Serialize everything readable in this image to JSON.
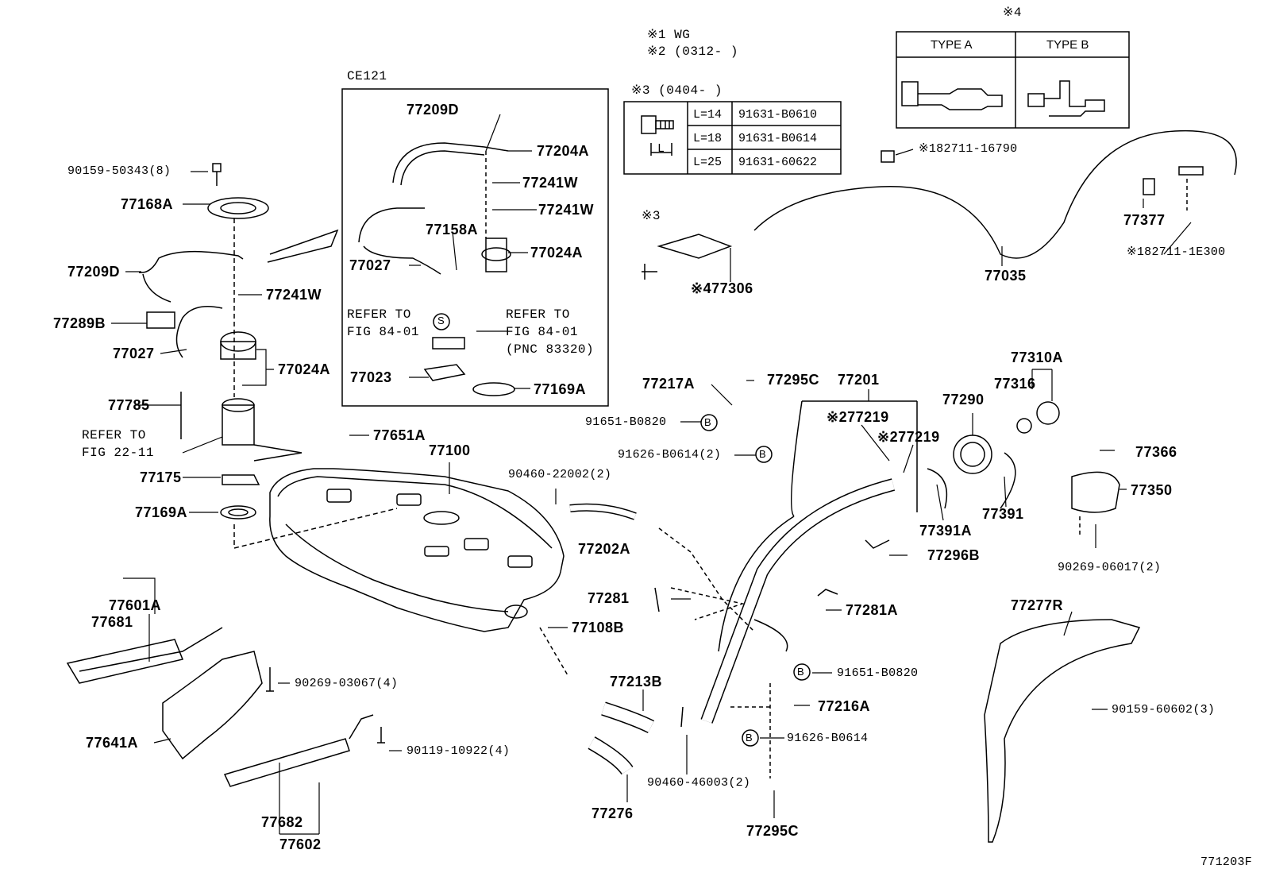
{
  "notes": {
    "n1": "※1 WG",
    "n2": "※2 (0312-        )",
    "n3": "※3 (0404-        )",
    "n4": "※4"
  },
  "ce_box_title": "CE121",
  "bolt_table": {
    "rows": [
      {
        "length": "L=14",
        "part": "91631-B0610"
      },
      {
        "length": "L=18",
        "part": "91631-B0614"
      },
      {
        "length": "L=25",
        "part": "91631-60622"
      }
    ],
    "dim_label": "L"
  },
  "type_table": {
    "type_a": "TYPE A",
    "type_b": "TYPE B"
  },
  "callouts": {
    "p77209D_in": "77209D",
    "p77204A": "77204A",
    "p77241W_a": "77241W",
    "p77241W_b": "77241W",
    "p77158A": "77158A",
    "p77024A_in": "77024A",
    "p77027_in": "77027",
    "refer_l1": "REFER TO",
    "refer_l2": "FIG 84-01",
    "refer_r1": "REFER TO",
    "refer_r2": "FIG 84-01",
    "refer_r3": "(PNC 83320)",
    "s_mark": "S",
    "p77023": "77023",
    "p77169A_in": "77169A",
    "p90159_50343": "90159-50343(8)",
    "p77168A": "77168A",
    "p77209D": "77209D",
    "p77241W": "77241W",
    "p77289B": "77289B",
    "p77027": "77027",
    "p77024A": "77024A",
    "p77785": "77785",
    "refer_22_1": "REFER TO",
    "refer_22_2": "FIG 22-11",
    "p77651A": "77651A",
    "p77100": "77100",
    "p77175": "77175",
    "p77169A": "77169A",
    "p90460_22002": "90460-22002(2)",
    "p77202A": "77202A",
    "p77217A": "77217A",
    "p77295C_top": "77295C",
    "p91651_B0820_top": "91651-B0820",
    "p91626_B0614_2": "91626-B0614(2)",
    "b_mark": "B",
    "p77201": "77201",
    "p77219_a": "※277219",
    "p77219_b": "※277219",
    "p77290": "77290",
    "p77316": "77316",
    "p77310A": "77310A",
    "p77366": "77366",
    "p77350": "77350",
    "p77391A": "77391A",
    "p77391": "77391",
    "p77296B": "77296B",
    "p90269_06017": "90269-06017(2)",
    "p82711_16790": "※182711-16790",
    "p3_mark": "※3",
    "p77306": "※477306",
    "p77035": "77035",
    "p77377": "77377",
    "p82711_1E300": "※182711-1E300",
    "p77281": "77281",
    "p77281A": "77281A",
    "p77108B": "77108B",
    "p77601A": "77601A",
    "p77681": "77681",
    "p90269_03067": "90269-03067(4)",
    "p77641A": "77641A",
    "p90119_10922": "90119-10922(4)",
    "p77682": "77682",
    "p77602": "77602",
    "p77213B": "77213B",
    "p77276": "77276",
    "p90460_46003": "90460-46003(2)",
    "p91651_B0820_bot": "91651-B0820",
    "p77216A": "77216A",
    "p91626_B0614": "91626-B0614",
    "p77295C_bot": "77295C",
    "p77277R": "77277R",
    "p90159_60602": "90159-60602(3)",
    "fig_code": "771203F"
  }
}
